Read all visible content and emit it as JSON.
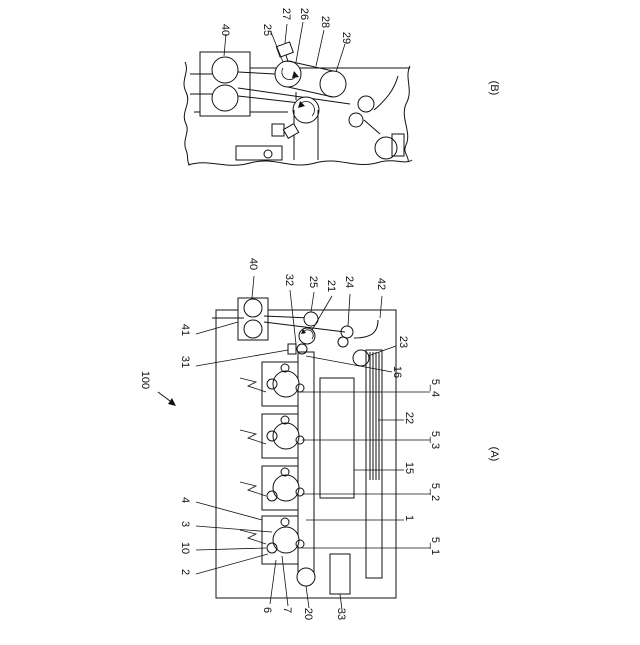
{
  "figure_a": {
    "caption": "(A)",
    "apparatus_number": "100",
    "labels": {
      "l40": "40",
      "l41": "41",
      "l31": "31",
      "l32": "32",
      "l25": "25",
      "l21": "21",
      "l24": "24",
      "l42": "42",
      "l23": "23",
      "l16": "16",
      "l5_4": "5_4",
      "l22": "22",
      "l5_3": "5_3",
      "l15": "15",
      "l5_2": "5_2",
      "l1": "1",
      "l5_1": "5_1",
      "l4": "4",
      "l3": "3",
      "l10": "10",
      "l2": "2",
      "l6": "6",
      "l7": "7",
      "l20": "20",
      "l33": "33"
    }
  },
  "figure_b": {
    "caption": "(B)",
    "labels": {
      "l40": "40",
      "l25": "25",
      "l27": "27",
      "l26": "26",
      "l28": "28",
      "l29": "29"
    }
  }
}
